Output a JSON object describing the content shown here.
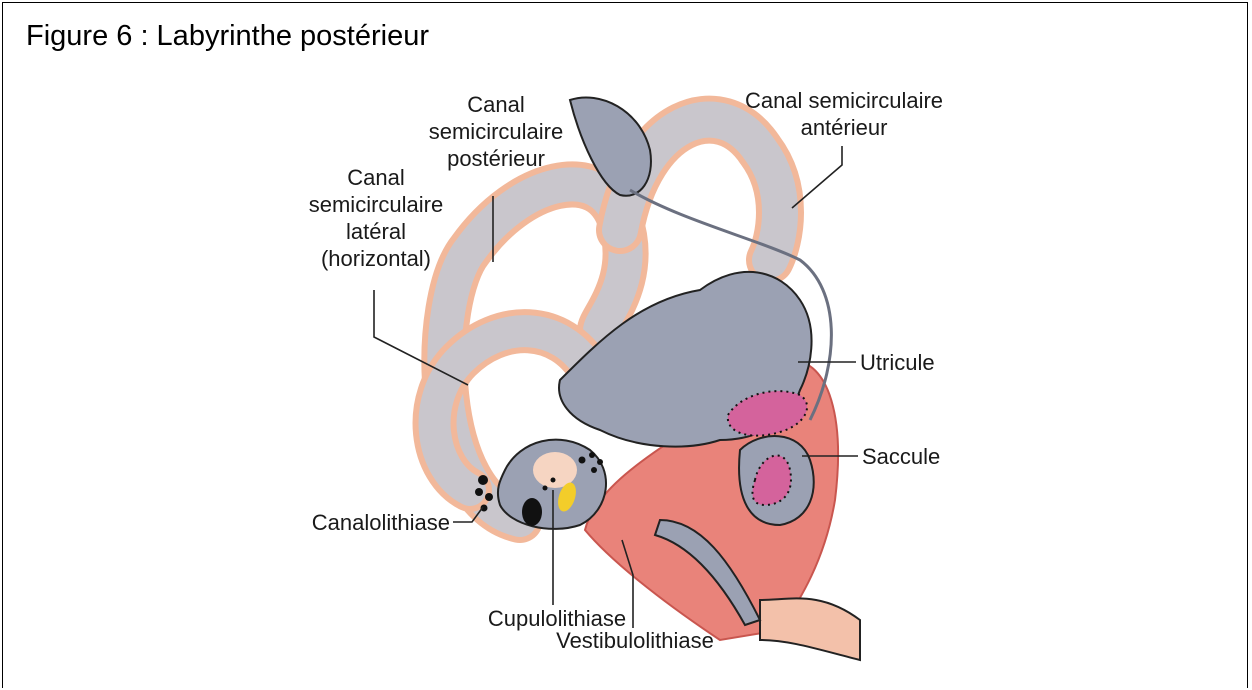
{
  "figure": {
    "title": "Figure 6 : Labyrinthe postérieur"
  },
  "labels": {
    "posterior_canal": [
      "Canal",
      "semicirculaire",
      "postérieur"
    ],
    "anterior_canal": [
      "Canal semicirculaire",
      "antérieur"
    ],
    "lateral_canal": [
      "Canal",
      "semicirculaire",
      "latéral",
      "(horizontal)"
    ],
    "utricle": "Utricule",
    "saccule": "Saccule",
    "canalolithiasis": "Canalolithiase",
    "cupulolithiasis": "Cupulolithiase",
    "vestibulolithiasis": "Vestibulolithiase"
  },
  "colors": {
    "canal_fill": "#c9c6cc",
    "canal_rim": "#f2b89a",
    "vestibule_gray": "#9ba1b3",
    "macula_pink": "#d4639c",
    "cochlea_red": "#e9837a",
    "cupula_yellow": "#f3cd2a",
    "otoconia": "#111111"
  }
}
